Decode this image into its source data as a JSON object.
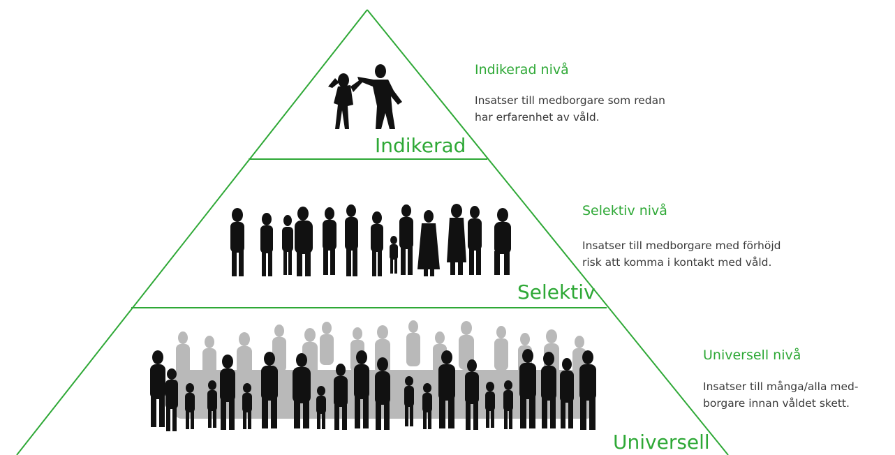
{
  "colors": {
    "accent_green": "#2ea836",
    "silhouette_dark": "#111111",
    "silhouette_light": "#b9b9b9",
    "text": "#3a3a3a"
  },
  "tiers": {
    "indikerad": {
      "label": "Indikerad",
      "title": "Indikerad nivå",
      "desc_line1": "Insatser till medborgare som redan",
      "desc_line2": "har erfarenhet av våld."
    },
    "selektiv": {
      "label": "Selektiv",
      "title": "Selektiv nivå",
      "desc_line1": "Insatser till medborgare med förhöjd",
      "desc_line2": "risk att komma i kontakt med våld."
    },
    "universell": {
      "label": "Universell",
      "title": "Universell nivå",
      "desc_line1": "Insatser till många/alla med-",
      "desc_line2": "borgare innan våldet skett."
    }
  }
}
